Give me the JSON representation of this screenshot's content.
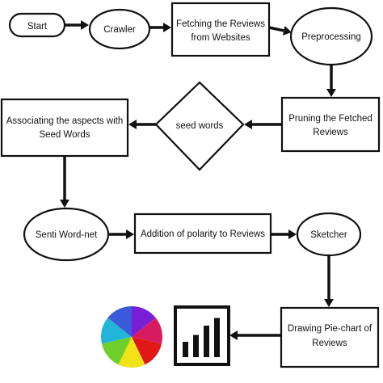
{
  "flowchart": {
    "nodes": {
      "start": {
        "lines": [
          "Start"
        ]
      },
      "crawler": {
        "lines": [
          "Crawler"
        ]
      },
      "fetching": {
        "lines": [
          "Fetching the Reviews",
          "from Websites"
        ]
      },
      "preprocessing": {
        "lines": [
          "Preprocessing"
        ]
      },
      "pruning": {
        "lines": [
          "Pruning the Fetched",
          "Reviews"
        ]
      },
      "seed_words": {
        "lines": [
          "seed words"
        ]
      },
      "associating": {
        "lines": [
          "Associating the aspects with",
          "Seed Words"
        ]
      },
      "senti_wordnet": {
        "lines": [
          "Senti Word-net"
        ]
      },
      "addition": {
        "lines": [
          "Addition of polarity to Reviews"
        ]
      },
      "sketcher": {
        "lines": [
          "Sketcher"
        ]
      },
      "drawing": {
        "lines": [
          "Drawing Pie-chart of",
          "Reviews"
        ]
      }
    },
    "edges": [
      [
        "start",
        "crawler"
      ],
      [
        "crawler",
        "fetching"
      ],
      [
        "fetching",
        "preprocessing"
      ],
      [
        "preprocessing",
        "pruning"
      ],
      [
        "pruning",
        "seed_words"
      ],
      [
        "seed_words",
        "associating"
      ],
      [
        "associating",
        "senti_wordnet"
      ],
      [
        "senti_wordnet",
        "addition"
      ],
      [
        "addition",
        "sketcher"
      ],
      [
        "sketcher",
        "drawing"
      ],
      [
        "drawing",
        "bar_chart_icon"
      ]
    ]
  },
  "icons": {
    "pie": {
      "name": "pie-chart-icon",
      "colors": [
        "#7a1fd6",
        "#d81b5e",
        "#e01818",
        "#f2e318",
        "#6fcf2a",
        "#23b4d9",
        "#3a5bd9"
      ]
    },
    "bars": {
      "name": "bar-chart-icon",
      "relative_levels": [
        0.38,
        0.55,
        0.78,
        0.97
      ]
    }
  },
  "colors": {
    "ink": "#111111",
    "background": "#ffffff"
  }
}
